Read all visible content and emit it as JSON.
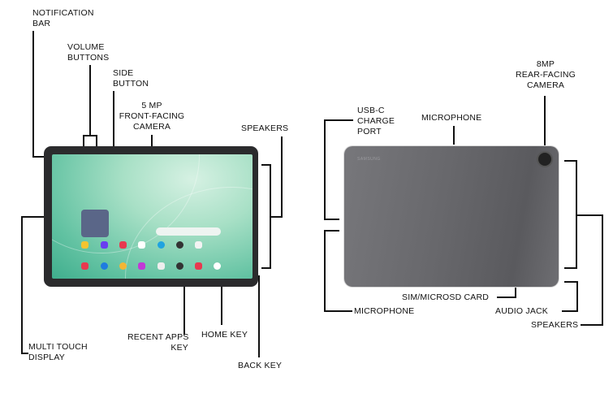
{
  "front_labels": {
    "notification_bar": [
      "NOTIFICATION",
      "BAR"
    ],
    "volume_buttons": [
      "VOLUME",
      "BUTTONS"
    ],
    "side_button": [
      "SIDE",
      "BUTTON"
    ],
    "front_camera": [
      "5 MP",
      "FRONT-FACING",
      "CAMERA"
    ],
    "speakers": "SPEAKERS",
    "multi_touch_display": [
      "MULTI TOUCH",
      "DISPLAY"
    ],
    "recent_apps_key": [
      "RECENT APPS",
      "KEY"
    ],
    "home_key": "HOME KEY",
    "back_key": "BACK KEY"
  },
  "back_labels": {
    "usb_c_port": [
      "USB-C",
      "CHARGE",
      "PORT"
    ],
    "microphone_top": "MICROPHONE",
    "rear_camera": [
      "8MP",
      "REAR-FACING",
      "CAMERA"
    ],
    "microphone_bottom": "MICROPHONE",
    "sim_card": "SIM/MICROSD CARD",
    "audio_jack": "AUDIO JACK",
    "speakers": "SPEAKERS"
  },
  "back_logo": "SAMSUNG",
  "colors": {
    "line": "#111111",
    "tablet_back": "#68686c",
    "bezel": "#2b2b2d",
    "wallpaper": "#62c2a2"
  }
}
